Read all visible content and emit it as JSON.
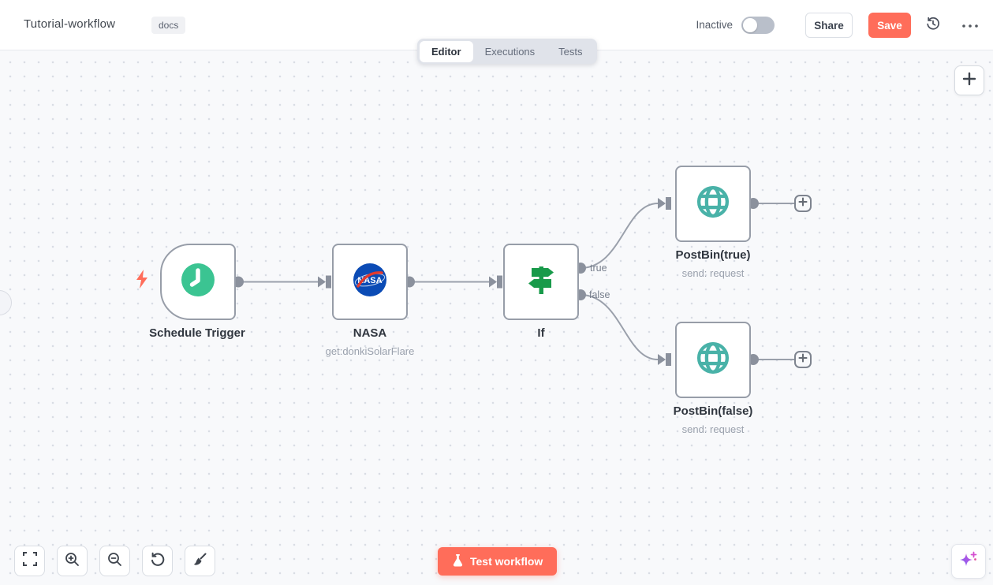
{
  "header": {
    "title": "Tutorial-workflow",
    "tag": "docs",
    "status_label": "Inactive",
    "share_label": "Share",
    "save_label": "Save"
  },
  "tabs": [
    {
      "label": "Editor",
      "active": true
    },
    {
      "label": "Executions",
      "active": false
    },
    {
      "label": "Tests",
      "active": false
    }
  ],
  "nodes": [
    {
      "label": "Schedule Trigger",
      "sublabel": "",
      "type": "schedule-trigger"
    },
    {
      "label": "NASA",
      "sublabel": "get:donkiSolarFlare",
      "type": "nasa"
    },
    {
      "label": "If",
      "sublabel": "",
      "type": "if"
    },
    {
      "label": "PostBin(true)",
      "sublabel": "send: request",
      "type": "http-request"
    },
    {
      "label": "PostBin(false)",
      "sublabel": "send: request",
      "type": "http-request"
    }
  ],
  "connections": {
    "true_label": "true",
    "false_label": "false"
  },
  "footer": {
    "test_button_label": "Test workflow"
  },
  "icons": [
    "history-icon",
    "more-icon",
    "fit-view-icon",
    "zoom-in-icon",
    "zoom-out-icon",
    "reset-zoom-icon",
    "tidy-up-icon",
    "flask-icon",
    "sparkle-icon",
    "plus-icon",
    "clock-icon",
    "nasa-logo-icon",
    "signpost-icon",
    "globe-icon",
    "lightning-icon"
  ],
  "colors": {
    "accent": "#ff6d5a",
    "schedule_green": "#3bc492",
    "if_green": "#189a4a",
    "globe_teal": "#49b2a8",
    "nasa_blue": "#0b3d91",
    "nasa_red": "#fc3d21",
    "wire_gray": "#9aa0ab"
  }
}
